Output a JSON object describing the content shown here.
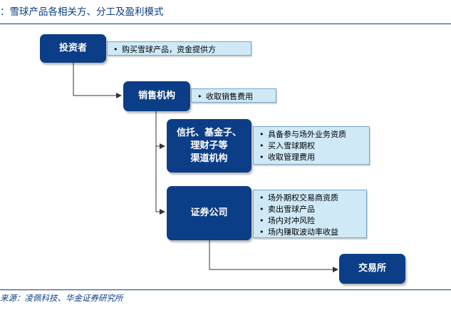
{
  "title": "：雪球产品各相关方、分工及盈利模式",
  "nodes": {
    "investor": {
      "label": "投资者",
      "notes": [
        "购买雪球产品，资金提供方"
      ]
    },
    "sales": {
      "label": "销售机构",
      "notes": [
        "收取销售费用"
      ]
    },
    "channel": {
      "label": "信托、基金子、\n理财子等\n渠道机构",
      "notes": [
        "具备参与场外业务资质",
        "买入雪球期权",
        "收取管理费用"
      ]
    },
    "securities": {
      "label": "证券公司",
      "notes": [
        "场外期权交易商资质",
        "卖出雪球产品",
        "场内对冲风险",
        "场内赚取波动率收益"
      ]
    },
    "exchange": {
      "label": "交易所"
    }
  },
  "source": "来源：凌佩科技、华金证券研究所",
  "colors": {
    "box": "#0b3e86",
    "note": "#cfe9f7",
    "brand": "#0b3e84"
  }
}
